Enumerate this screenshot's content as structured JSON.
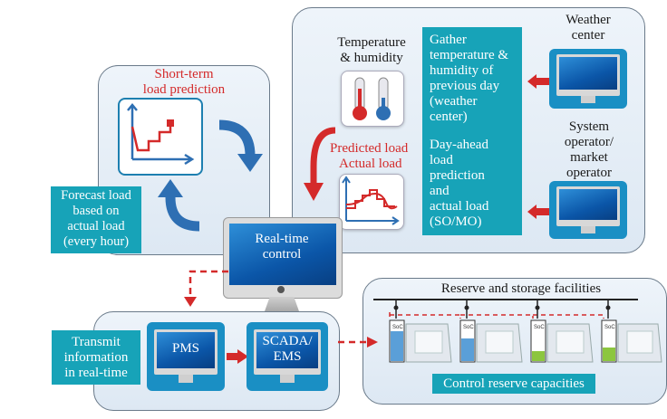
{
  "colors": {
    "teal": "#17a3b8",
    "red": "#d42a2a",
    "blue_arrow": "#2e6fb3",
    "panel_border": "#6a7a8a"
  },
  "prediction": {
    "title_line1": "Short-term",
    "title_line2": "load prediction",
    "forecast_box": [
      "Forecast load",
      "based on",
      "actual load",
      "(every hour)"
    ]
  },
  "top_right": {
    "temperature_label_line1": "Temperature",
    "temperature_label_line2": "& humidity",
    "predicted_load": "Predicted load",
    "actual_load": "Actual load",
    "info_box_part1": [
      "Gather",
      "temperature &",
      "humidity of",
      "previous day",
      "(weather",
      "center)"
    ],
    "info_box_part2": [
      "Day-ahead",
      "load",
      "prediction",
      "and",
      "actual load",
      "(SO/MO)"
    ],
    "weather_center_line1": "Weather",
    "weather_center_line2": "center",
    "system_operator": [
      "System",
      "operator/",
      "market",
      "operator"
    ]
  },
  "center_monitor": {
    "line1": "Real-time",
    "line2": "control"
  },
  "bottom_left": {
    "transmit_box": [
      "Transmit",
      "information",
      "in real-time"
    ],
    "pms": "PMS",
    "scada_line1": "SCADA/",
    "scada_line2": "EMS"
  },
  "reserve": {
    "title": "Reserve and storage facilities",
    "control_label": "Control reserve capacities",
    "soc_label": "SoC"
  }
}
